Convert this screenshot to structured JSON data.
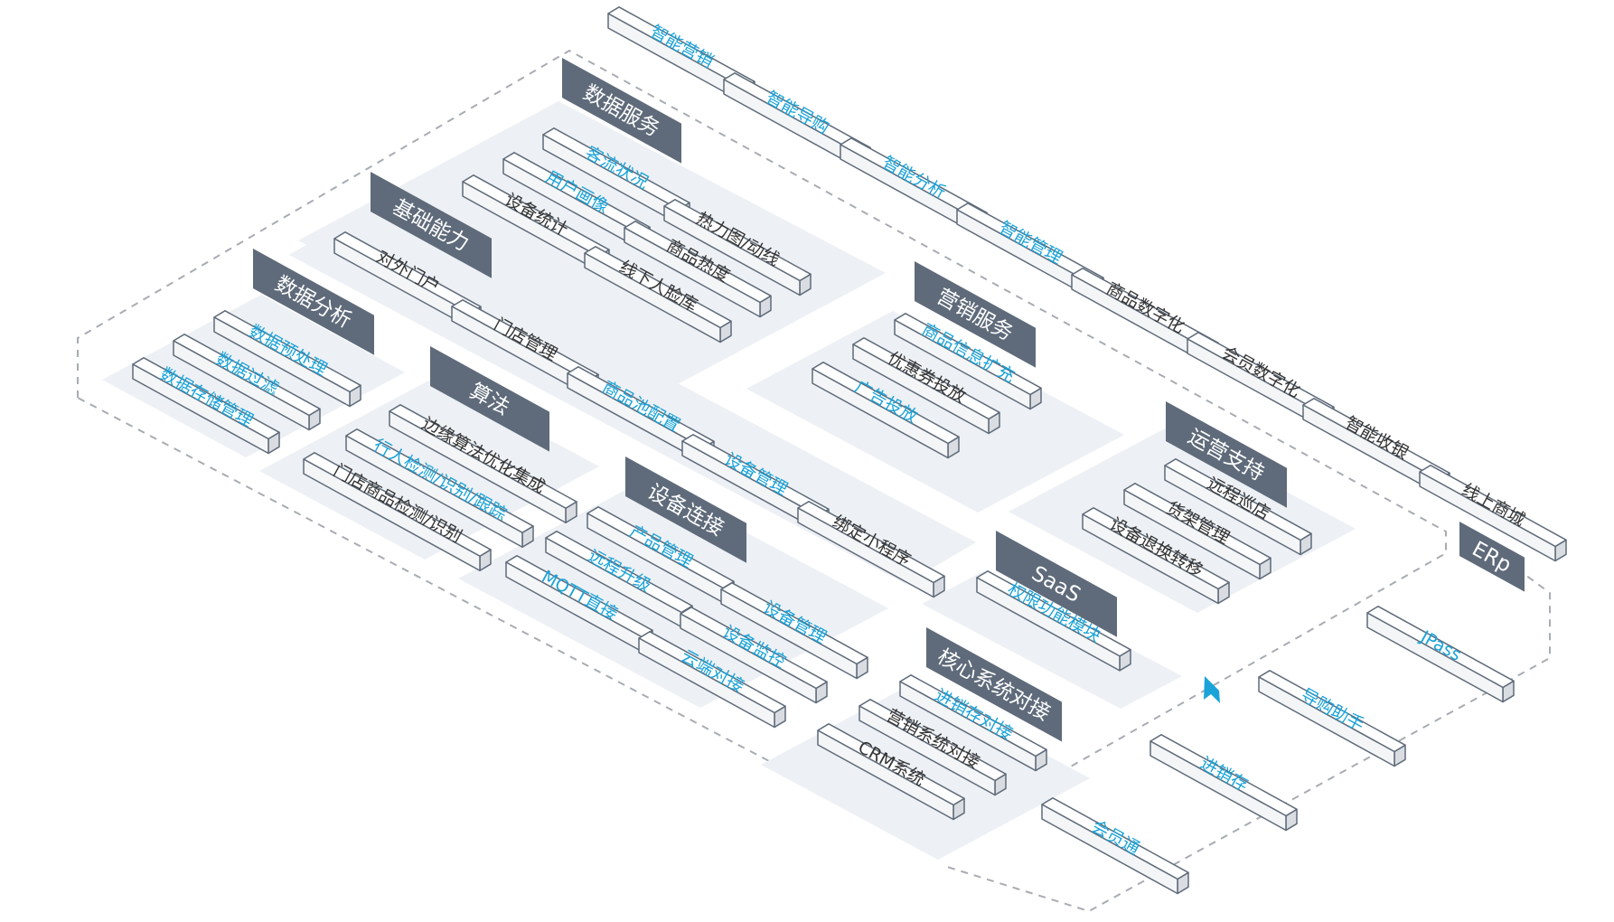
{
  "colors": {
    "accent": "#1aa3d9",
    "dark_text": "#333333",
    "tag_bg": "#5f6b7a",
    "tag_text": "#ffffff",
    "card_face": "#ffffff",
    "card_edge": "#5f6b7a",
    "platform": "#edf0f4",
    "dashed": "#a8acb2",
    "cursor": "#1aa3d9"
  },
  "groups": [
    {
      "id": "data-service",
      "tag": "数据服务",
      "cards": [
        {
          "label": "客流状况",
          "style": "accent"
        },
        {
          "label": "用户画像",
          "style": "accent"
        },
        {
          "label": "设备统计",
          "style": "dark"
        },
        {
          "label": "热力图/动线",
          "style": "dark"
        },
        {
          "label": "商品热度",
          "style": "dark"
        },
        {
          "label": "线下人脸库",
          "style": "dark"
        }
      ]
    },
    {
      "id": "basic-capability",
      "tag": "基础能力",
      "cards": [
        {
          "label": "对外门户",
          "style": "dark"
        },
        {
          "label": "门店管理",
          "style": "dark"
        },
        {
          "label": "商品池配置",
          "style": "accent"
        },
        {
          "label": "设备管理",
          "style": "accent"
        },
        {
          "label": "绑定小程序",
          "style": "dark"
        }
      ]
    },
    {
      "id": "data-analysis",
      "tag": "数据分析",
      "cards": [
        {
          "label": "数据预处理",
          "style": "accent"
        },
        {
          "label": "数据过滤",
          "style": "accent"
        },
        {
          "label": "数据存储管理",
          "style": "accent"
        }
      ]
    },
    {
      "id": "algorithm",
      "tag": "算法",
      "cards": [
        {
          "label": "边缘算法优化集成",
          "style": "dark"
        },
        {
          "label": "行人检测/识别/跟踪",
          "style": "accent"
        },
        {
          "label": "门店商品检测/识别",
          "style": "dark"
        }
      ]
    },
    {
      "id": "device-connect",
      "tag": "设备连接",
      "cards": [
        {
          "label": "产品管理",
          "style": "accent"
        },
        {
          "label": "远程升级",
          "style": "accent"
        },
        {
          "label": "MQTT直接",
          "style": "accent"
        },
        {
          "label": "设备管理",
          "style": "accent"
        },
        {
          "label": "设备监控",
          "style": "accent"
        },
        {
          "label": "云端对接",
          "style": "accent"
        }
      ]
    },
    {
      "id": "marketing-service",
      "tag": "营销服务",
      "cards": [
        {
          "label": "商品信息扩充",
          "style": "accent"
        },
        {
          "label": "优惠券投放",
          "style": "dark"
        },
        {
          "label": "广告投放",
          "style": "accent"
        }
      ]
    },
    {
      "id": "ops-support",
      "tag": "运营支持",
      "cards": [
        {
          "label": "远程巡店",
          "style": "dark"
        },
        {
          "label": "货架管理",
          "style": "dark"
        },
        {
          "label": "设备退换转移",
          "style": "dark"
        }
      ]
    },
    {
      "id": "saas",
      "tag": "SaaS",
      "cards": [
        {
          "label": "权限功能模块",
          "style": "accent"
        }
      ]
    },
    {
      "id": "core-system",
      "tag": "核心系统对接",
      "cards": [
        {
          "label": "进销存对接",
          "style": "accent"
        },
        {
          "label": "营销系统对接",
          "style": "dark"
        },
        {
          "label": "CRM系统",
          "style": "dark"
        }
      ]
    }
  ],
  "top_row": [
    {
      "label": "智能营销",
      "style": "accent"
    },
    {
      "label": "智能导购",
      "style": "accent"
    },
    {
      "label": "智能分析",
      "style": "accent"
    },
    {
      "label": "智能管理",
      "style": "accent"
    },
    {
      "label": "商品数字化",
      "style": "dark"
    },
    {
      "label": "会员数字化",
      "style": "dark"
    },
    {
      "label": "智能收银",
      "style": "dark"
    },
    {
      "label": "线上商城",
      "style": "dark"
    }
  ],
  "erp": {
    "tag": "ERp",
    "cards": [
      {
        "label": "JPass",
        "style": "accent"
      },
      {
        "label": "导购助手",
        "style": "accent"
      },
      {
        "label": "进销存",
        "style": "accent"
      },
      {
        "label": "会员通",
        "style": "accent"
      }
    ]
  }
}
